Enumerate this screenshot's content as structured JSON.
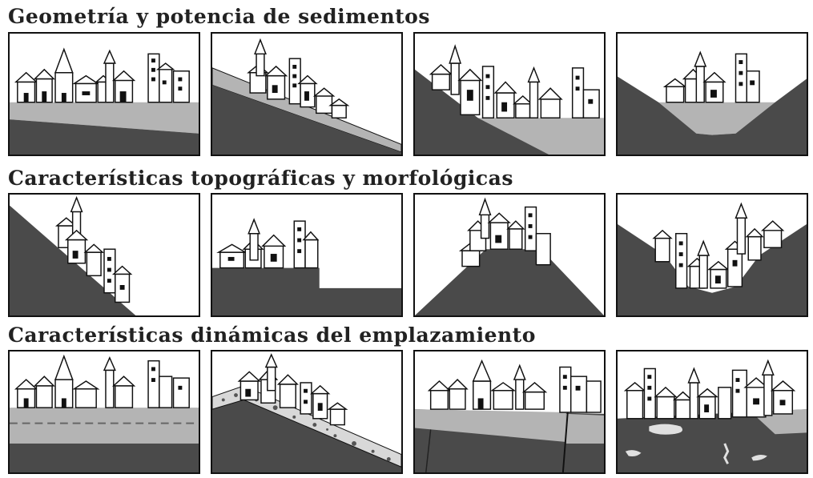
{
  "sections": [
    {
      "title": "Geometría y potencia de sedimentos"
    },
    {
      "title": "Características topográficas y morfológicas"
    },
    {
      "title": "Características dinámicas del emplazamiento"
    }
  ],
  "colors": {
    "ground": "#4a4a4a",
    "sediment": "#b4b4b4",
    "building_fill": "#ffffff",
    "outline": "#111111"
  }
}
